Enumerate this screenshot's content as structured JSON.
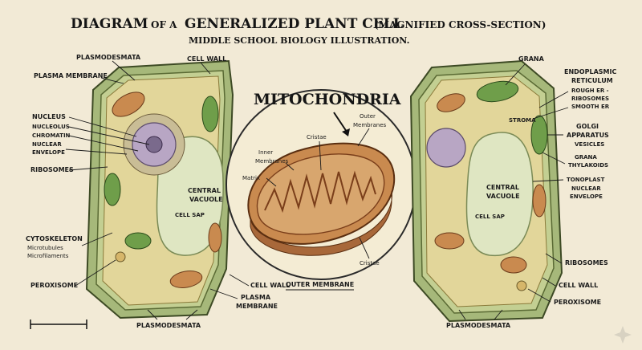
{
  "title": {
    "prefix": "DIAGRAM",
    "of_a": "OF A",
    "main": "GENERALIZED PLANT CELL",
    "paren": "(MAGNIFIED CROSS-SECTION)",
    "subtitle": "MIDDLE SCHOOL BIOLOGY ILLUSTRATION."
  },
  "left_cell": {
    "plasmodesmata_top": "PLASMODESMATA",
    "cell_wall_top": "CELL WALL",
    "plasma_membrane_top": "PLASMA MEMBRANE",
    "nucleus": "NUCLEUS",
    "nucleolus": "NUCLEOLUS",
    "chromatin": "CHROMATIN",
    "nuclear": "NUCLEAR",
    "envelope": "ENVELOPE",
    "ribosomes": "RIBOSOMES",
    "central": "CENTRAL",
    "vacuole": "VACUOLE",
    "cell_sap": "CELL SAP",
    "cytoskeleton": "CYTOSKELETON",
    "microtubules": "Microtubules",
    "microfilaments": "Microfilaments",
    "peroxisome": "PEROXISOME",
    "cell_wall_bottom": "CELL WALL",
    "plasma": "PLASMA",
    "membrane": "MEMBRANE",
    "plasmodesmata_bottom": "PLASMODESMATA"
  },
  "mitochondria": {
    "title": "MITOCHONDRIA",
    "outer": "Outer",
    "membranes": "Membranes",
    "cristae_top": "Cristae",
    "inner": "Inner",
    "inner_membranes": "Membranes",
    "matrix": "Matrix",
    "cristae_bottom": "Cristae",
    "outer_membrane": "OUTER MEMBRANE"
  },
  "right_cell": {
    "grana": "GRANA",
    "endoplasmic": "ENDOPLASMIC",
    "reticulum": "RETICULUM",
    "rough_er": "ROUGH ER -",
    "ribosomes_sub": "RIBOSOMES",
    "smooth_er": "SMOOTH ER",
    "stroma": "STROMA",
    "golgi": "GOLGI",
    "apparatus": "APPARATUS",
    "vesicles": "VESICLES",
    "grana2": "GRANA",
    "thylakoids": "THYLAKOIDS",
    "tonoplast": "TONOPLAST",
    "nuclear": "NUCLEAR",
    "envelope": "ENVELOPE",
    "central": "CENTRAL",
    "vacuole": "VACUOLE",
    "cell_sap": "CELL SAP",
    "ribosomes": "RIBOSOMES",
    "cell_wall": "CELL WALL",
    "peroxisome": "PEROXISOME",
    "plasmodesmata": "PLASMODESMATA"
  },
  "colors": {
    "background": "#f2ead6",
    "cell_wall": "#a6b87a",
    "cytoplasm": "#e2d69a",
    "vacuole": "#dfe6c2",
    "nucleus": "#b8a6c4",
    "mitochondria": "#c98a4f",
    "chloroplast": "#6f9e4a",
    "ink": "#1b1b1b"
  },
  "icons": [
    "sparkle-icon",
    "arrow-icon",
    "scale-bar"
  ]
}
